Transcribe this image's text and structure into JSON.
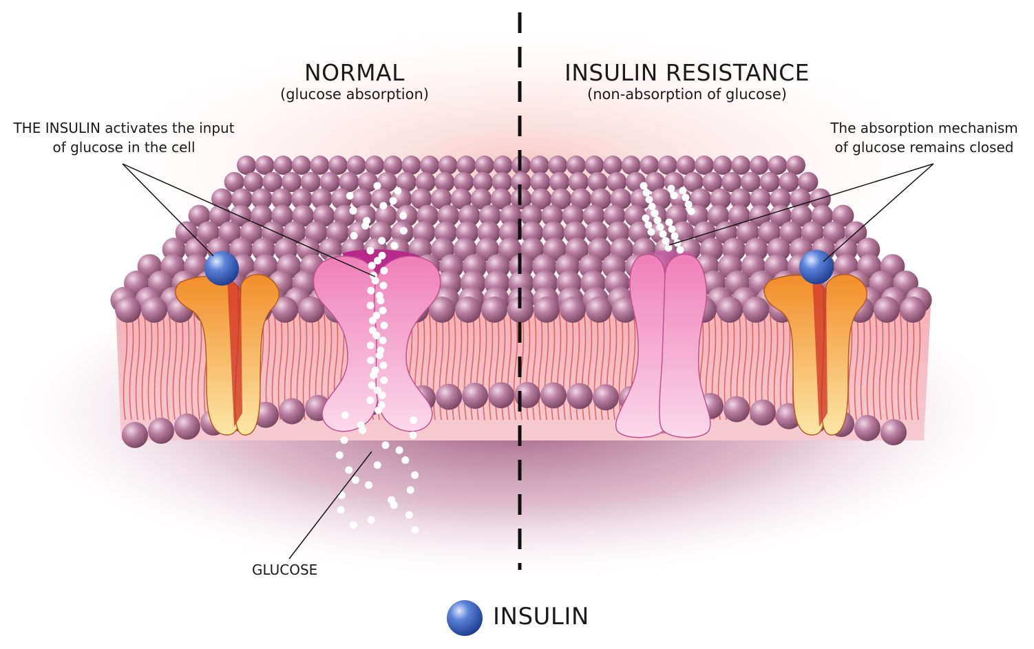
{
  "normal": {
    "title": "NORMAL",
    "subtitle": "(glucose absorption)",
    "annotation": [
      "THE INSULIN activates the input",
      "of glucose in the cell"
    ]
  },
  "resistance": {
    "title": "INSULIN RESISTANCE",
    "subtitle": "(non-absorption of glucose)",
    "annotation": [
      "The absorption mechanism",
      "of glucose remains closed"
    ]
  },
  "glucose_label": "GLUCOSE",
  "legend": {
    "label": "INSULIN",
    "icon": "insulin-sphere-icon"
  },
  "colors": {
    "phospholipid_head": "#a6708e",
    "phospholipid_tail": "#d9483c",
    "insulin_receptor": "#f29a2e",
    "glucose_channel": "#f08fc0",
    "insulin": "#2c56b8",
    "glucose": "#ffffff",
    "divider": "#111111"
  }
}
